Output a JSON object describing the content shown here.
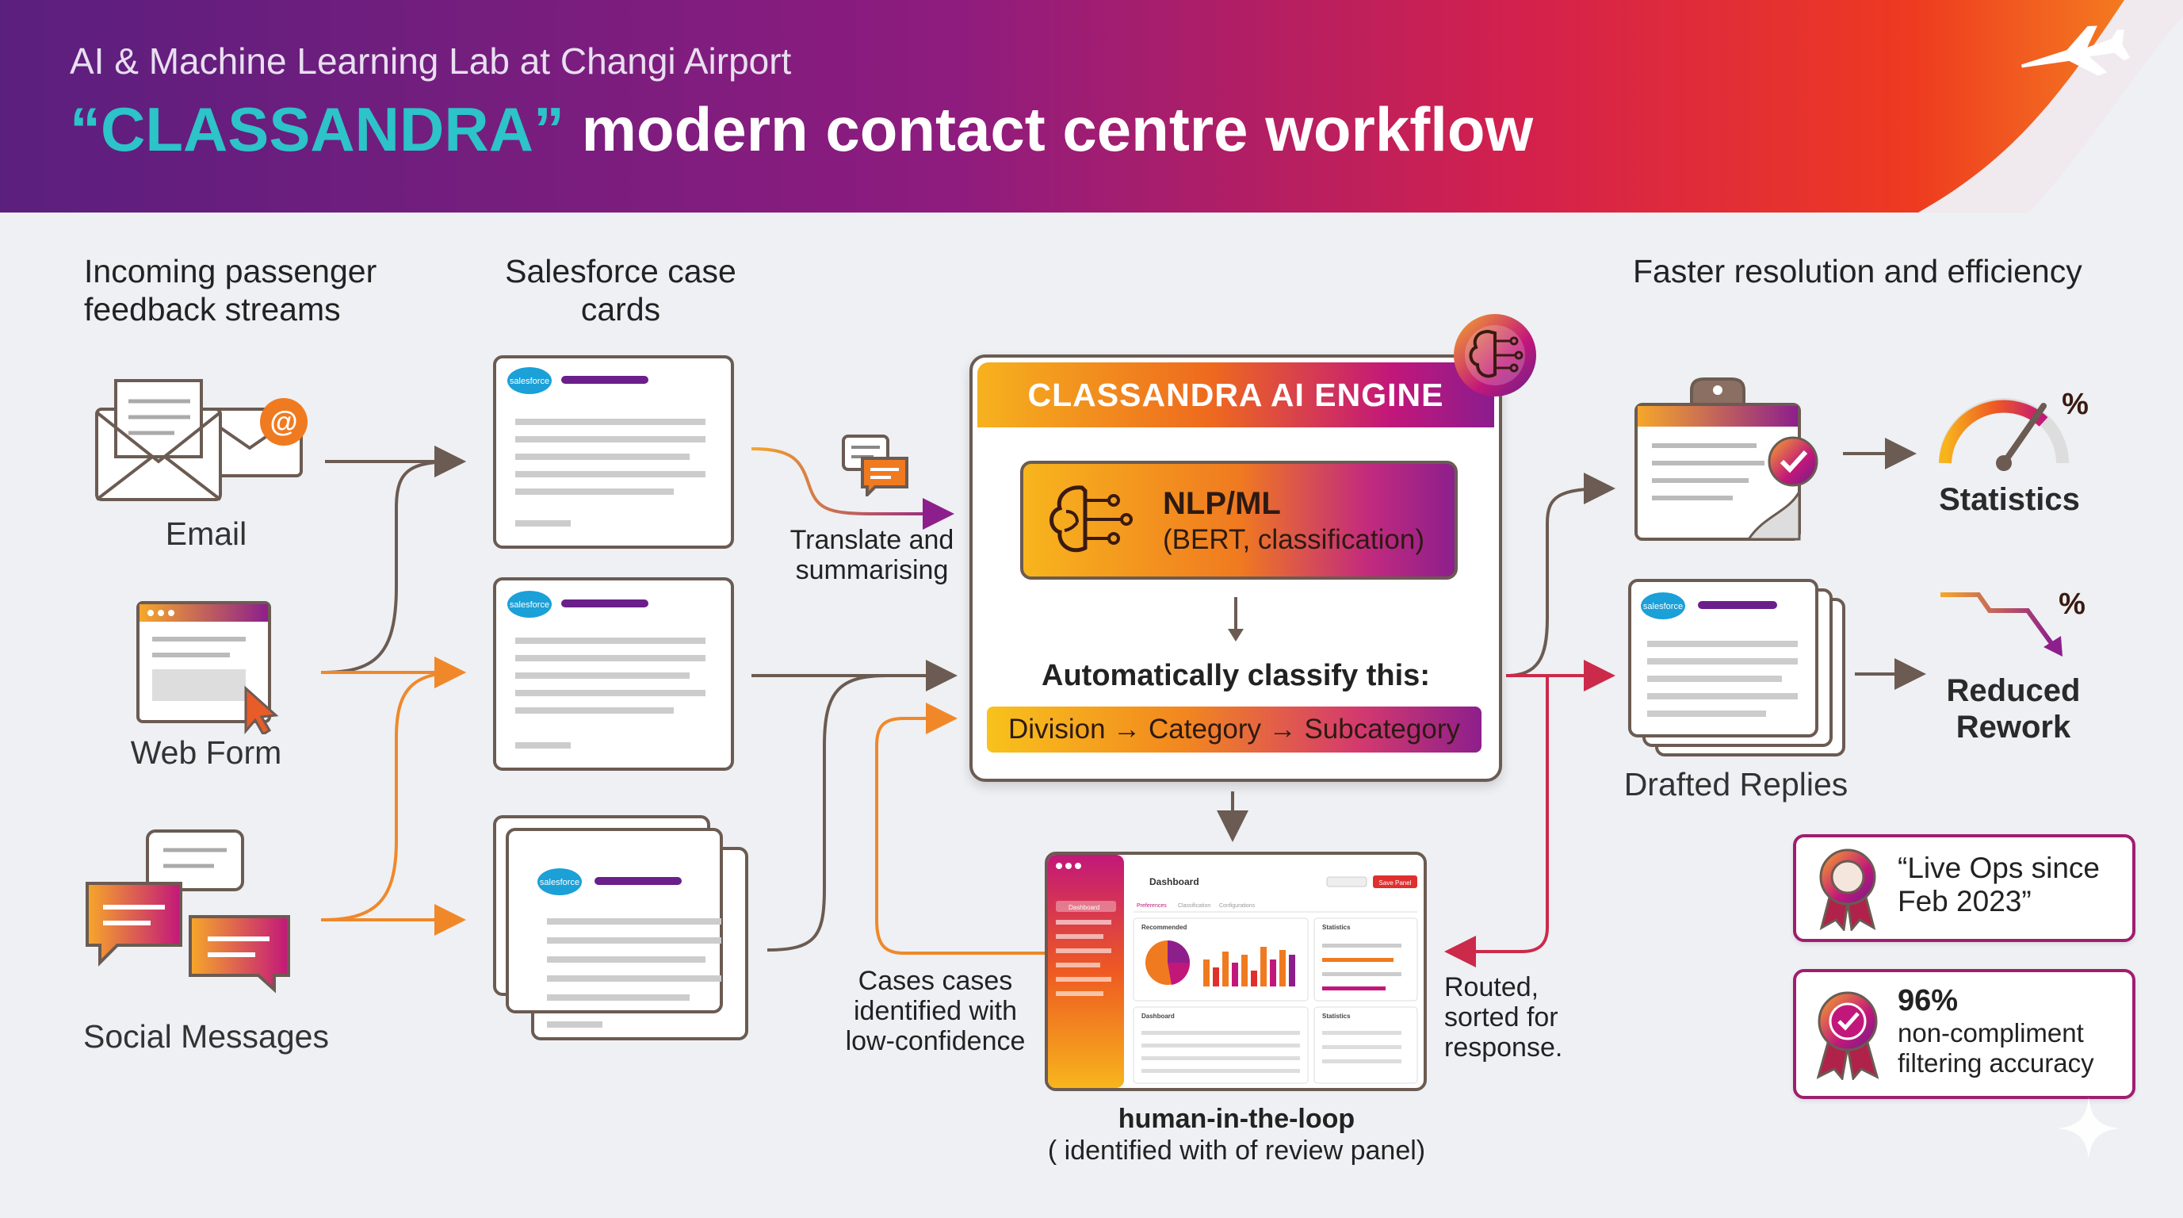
{
  "header": {
    "subtitle": "AI & Machine Learning Lab at Changi Airport",
    "title_quoted": "“CLASSANDRA”",
    "title_rest": " modern contact centre workflow"
  },
  "columns": {
    "incoming": "Incoming passenger feedback streams",
    "salesforce": "Salesforce case cards",
    "results": "Faster resolution and efficiency"
  },
  "sources": {
    "email": "Email",
    "web_form": "Web Form",
    "social": "Social Messages"
  },
  "translate_label": "Translate and summarising",
  "engine": {
    "title": "CLASSANDRA AI ENGINE",
    "nlp_title": "NLP/ML",
    "nlp_detail": "(BERT, classification)",
    "classify_title": "Automatically classify this:",
    "classify_path": "Division → Category → Subcategory"
  },
  "low_confidence_label": "Cases cases identified with low-confidence",
  "routed_label": "Routed, sorted for response.",
  "review_panel": {
    "title": "human-in-the-loop",
    "subtitle": "( identified with of review panel)",
    "header": "Dashboard",
    "button": "Save Panel",
    "sidebar_item": "Dashboard",
    "tab_1": "Preferences",
    "tab_2": "Classification",
    "tab_3": "Configurations",
    "card_1": "Recommended",
    "card_2": "Statistics",
    "card_3": "Dashboard",
    "card_4": "Statistics"
  },
  "outcomes": {
    "statistics": "Statistics",
    "percent_symbol": "%",
    "reduced_rework": "Reduced Rework",
    "drafted_replies": "Drafted Replies"
  },
  "badges": {
    "live_ops": "“Live Ops since Feb 2023”",
    "accuracy_value": "96%",
    "accuracy_label": "non-compliment filtering accuracy"
  },
  "brand": {
    "salesforce_logo": "salesforce"
  },
  "colors": {
    "purple": "#6a1f8a",
    "magenta": "#a3207a",
    "orange": "#f07a20",
    "yellow": "#f7b51d",
    "teal_accent": "#2cc3c9",
    "connector_brown": "#6b5b52",
    "badge_border": "#a01e6e"
  }
}
